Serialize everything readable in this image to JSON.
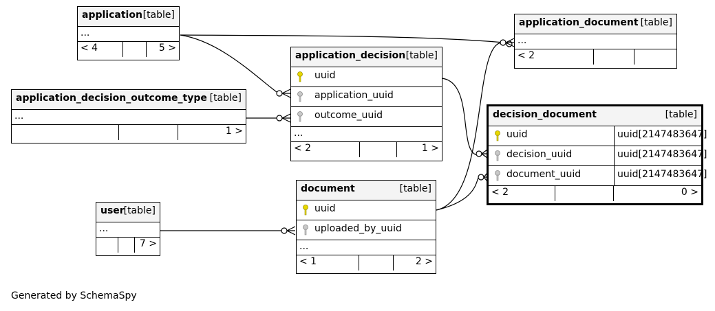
{
  "generated_by": "Generated by SchemaSpy",
  "colors": {
    "primary_key": "#e8d800",
    "foreign_key": "#b8b8b8",
    "header_bg": "#f4f4f4"
  },
  "tables": {
    "application": {
      "name": "application",
      "type": "[table]",
      "ellipsis": "...",
      "foot": [
        "< 4",
        "",
        "5 >"
      ]
    },
    "application_document": {
      "name": "application_document",
      "type": "[table]",
      "ellipsis": "...",
      "foot": [
        "< 2",
        "",
        ""
      ]
    },
    "application_decision": {
      "name": "application_decision",
      "type": "[table]",
      "columns": [
        {
          "name": "uuid",
          "key": "primary"
        },
        {
          "name": "application_uuid",
          "key": "foreign"
        },
        {
          "name": "outcome_uuid",
          "key": "foreign"
        }
      ],
      "ellipsis": "...",
      "foot": [
        "< 2",
        "",
        "1 >"
      ]
    },
    "application_decision_outcome_type": {
      "name": "application_decision_outcome_type",
      "type": "[table]",
      "ellipsis": "...",
      "foot": [
        "",
        "",
        "1 >"
      ]
    },
    "decision_document": {
      "name": "decision_document",
      "type": "[table]",
      "columns": [
        {
          "name": "uuid",
          "datatype": "uuid[2147483647]",
          "key": "primary"
        },
        {
          "name": "decision_uuid",
          "datatype": "uuid[2147483647]",
          "key": "foreign"
        },
        {
          "name": "document_uuid",
          "datatype": "uuid[2147483647]",
          "key": "foreign"
        }
      ],
      "foot": [
        "< 2",
        "",
        "0 >"
      ]
    },
    "document": {
      "name": "document",
      "type": "[table]",
      "columns": [
        {
          "name": "uuid",
          "key": "primary"
        },
        {
          "name": "uploaded_by_uuid",
          "key": "foreign"
        }
      ],
      "ellipsis": "...",
      "foot": [
        "< 1",
        "",
        "2 >"
      ]
    },
    "user": {
      "name": "user",
      "type": "[table]",
      "ellipsis": "...",
      "foot": [
        "",
        "",
        "7 >"
      ]
    }
  }
}
